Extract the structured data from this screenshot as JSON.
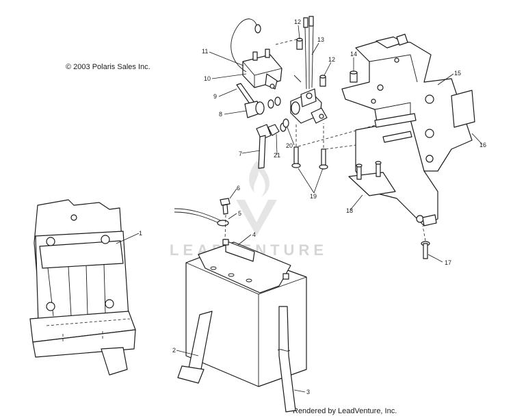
{
  "copyright": "© 2003 Polaris Sales Inc.",
  "footer": "Rendered by LeadVenture, Inc.",
  "watermark": "LEADVENTURE",
  "callouts": [
    "1",
    "2",
    "3",
    "4",
    "5",
    "6",
    "7",
    "8",
    "9",
    "10",
    "11",
    "12",
    "12",
    "13",
    "14",
    "15",
    "16",
    "17",
    "18",
    "19",
    "20",
    "21"
  ],
  "colors": {
    "line": "#1a1a1a",
    "watermark": "#cfcfcf"
  }
}
